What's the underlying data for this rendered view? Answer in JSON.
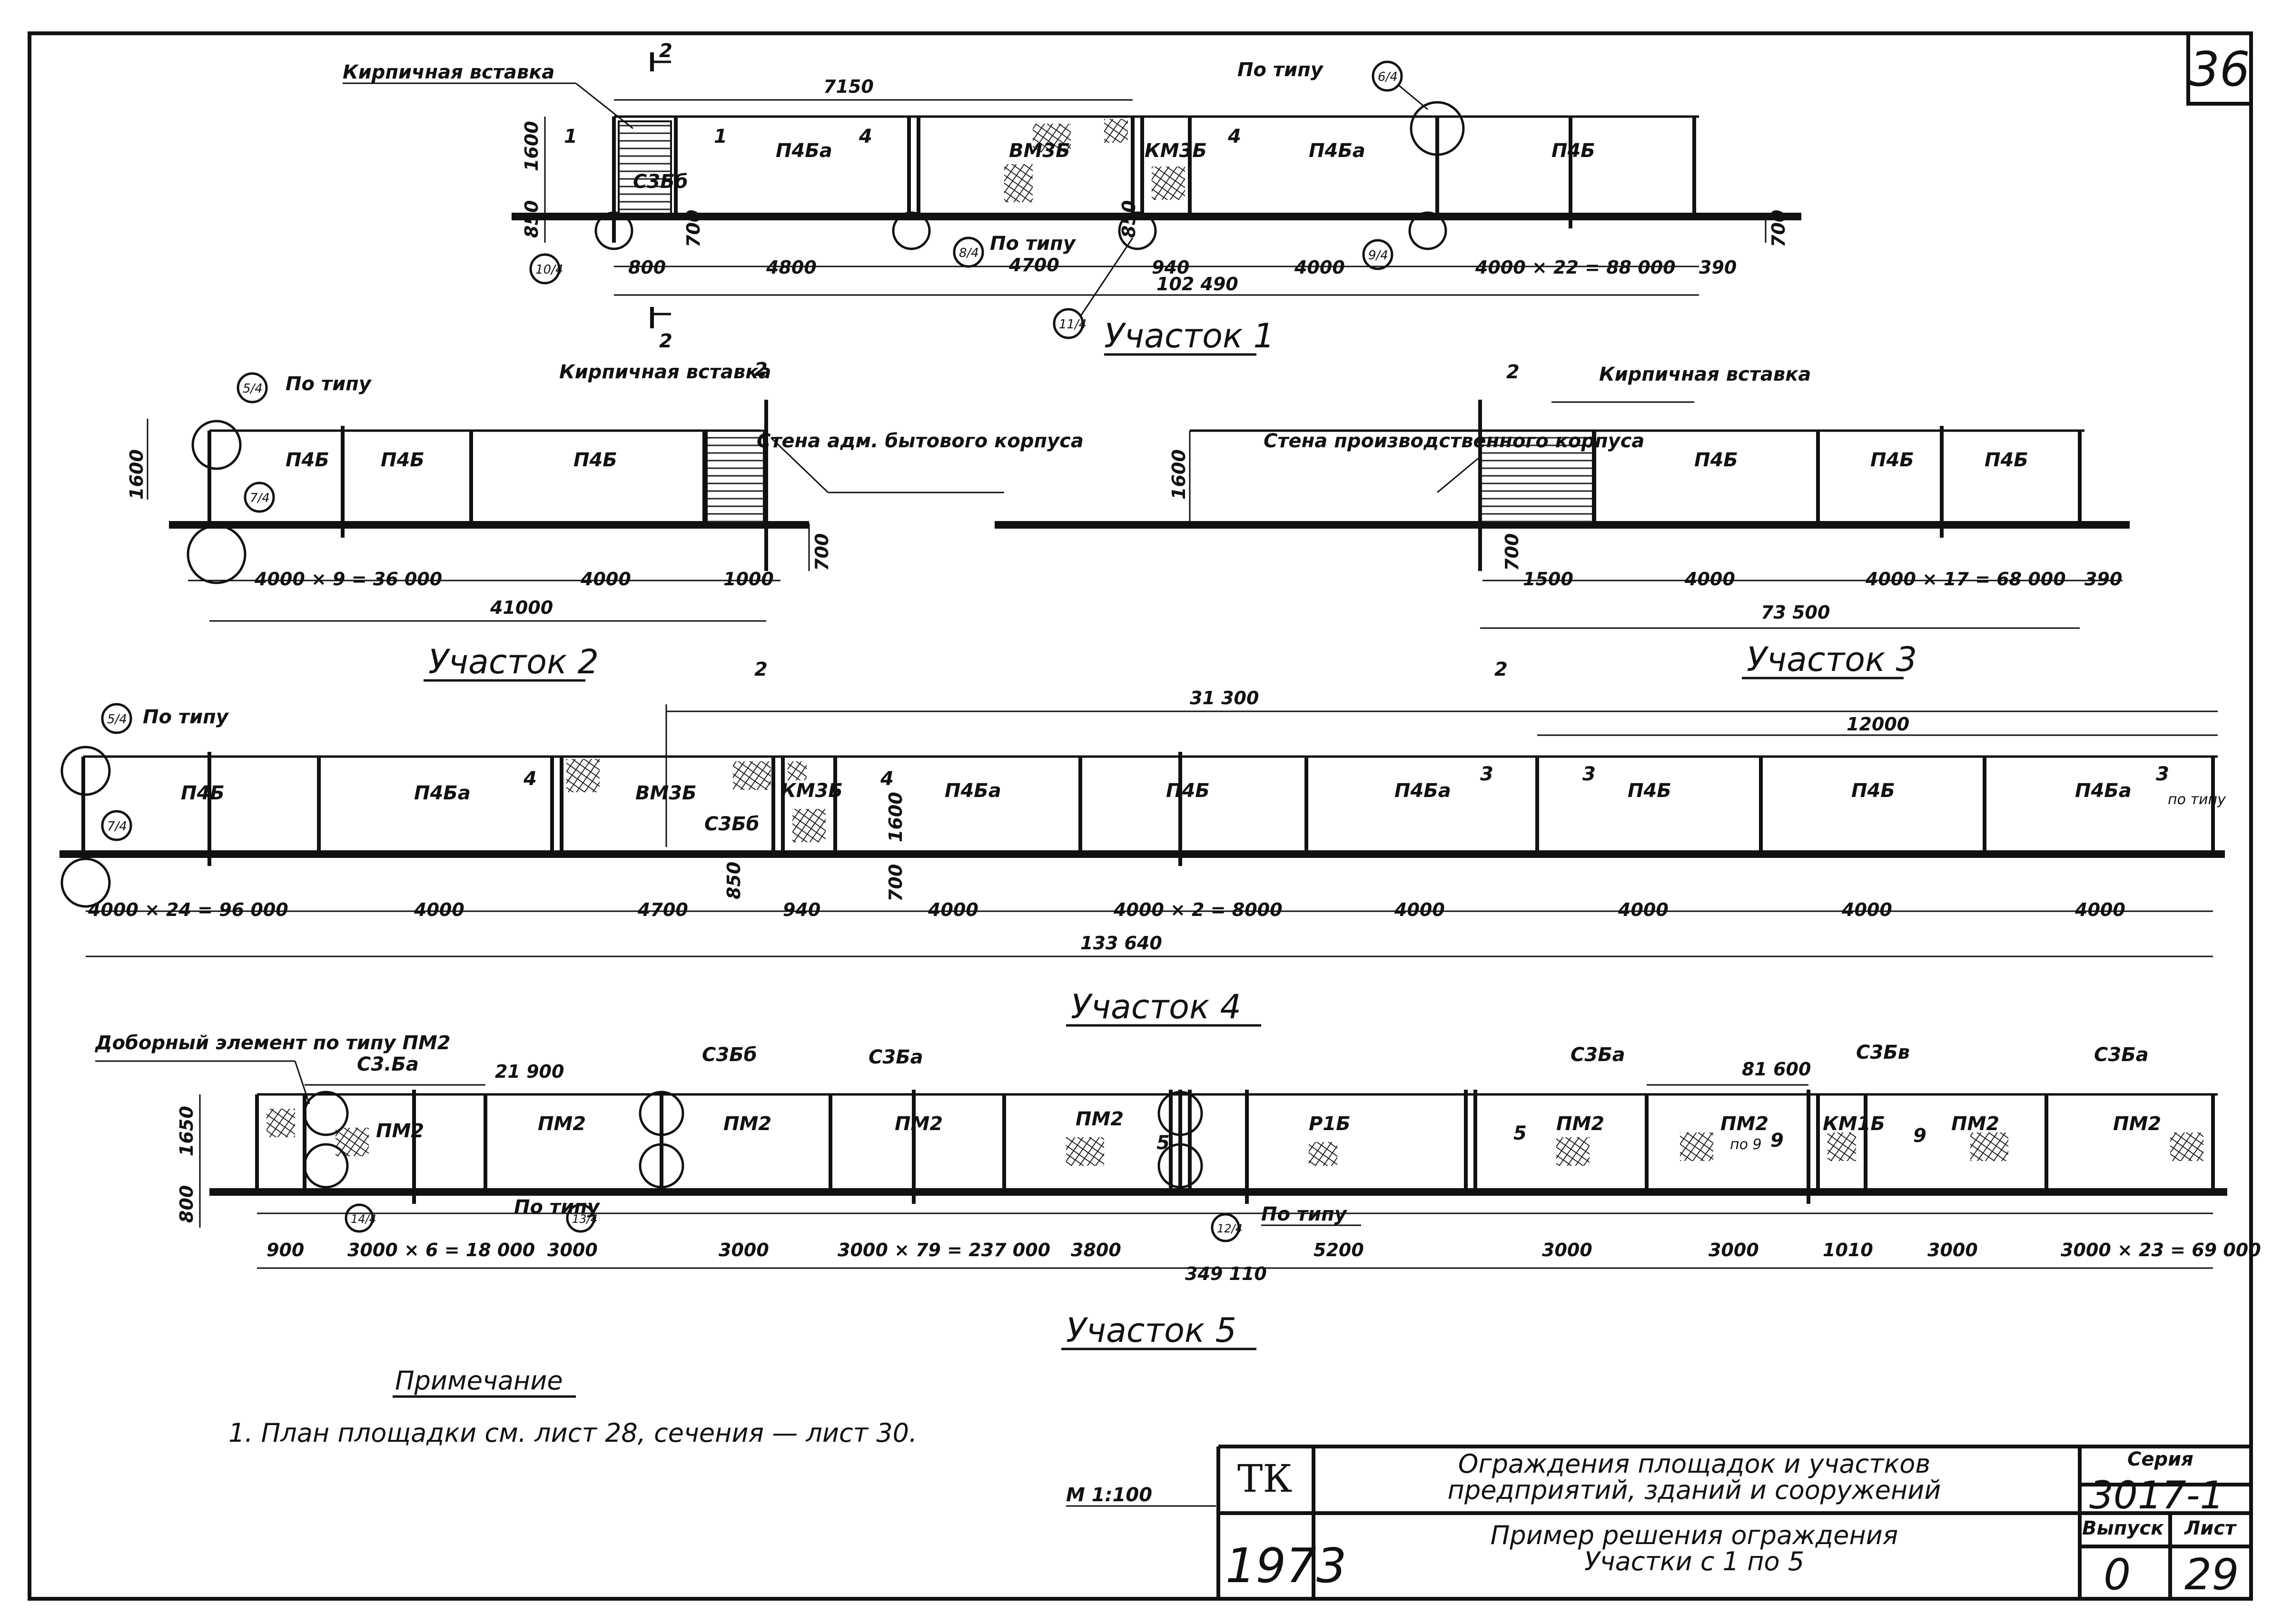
{
  "sheet": {
    "sheet_number": "36",
    "scale": "М 1:100",
    "org_code": "ТК",
    "year": "1973",
    "title_line1": "Ограждения площадок и участков",
    "title_line2": "предприятий, зданий и сооружений",
    "subtitle_line1": "Пример решения ограждения",
    "subtitle_line2": "Участки с 1 по 5",
    "series_label": "Серия",
    "series_value": "3017-1",
    "issue_label": "Выпуск",
    "issue_value": "0",
    "list_label": "Лист",
    "list_value": "29"
  },
  "note": {
    "title": "Примечание",
    "text": "1. План площадки см. лист 28, сечения — лист 30."
  },
  "u1": {
    "title": "Участок 1",
    "brick": "Кирпичная вставка",
    "po_tipu": "По типу",
    "dims": [
      "7150",
      "1600",
      "850",
      "700",
      "800",
      "4800",
      "4700",
      "940",
      "4000",
      "4000 × 22 = 88 000",
      "390",
      "102 490",
      "850",
      "700"
    ],
    "panels": [
      "П4Ба",
      "ВМ3Б",
      "КМ3Б",
      "П4Ба",
      "П4Б",
      "С3Бб"
    ],
    "sec": [
      "1",
      "1",
      "4",
      "4",
      "2",
      "2"
    ],
    "refs": [
      "6/4",
      "10/4",
      "8/4",
      "9/4",
      "11/4"
    ]
  },
  "u2": {
    "title": "Участок 2",
    "po_tipu": "По типу",
    "brick": "Кирпичная вставка",
    "wall": "Стена адм. бытового корпуса",
    "panels": [
      "П4Б",
      "П4Б",
      "П4Б"
    ],
    "dims": [
      "1600",
      "700",
      "4000 × 9 = 36 000",
      "4000",
      "1000",
      "41000"
    ],
    "sec": [
      "2",
      "2"
    ],
    "refs": [
      "5/4",
      "7/4"
    ]
  },
  "u3": {
    "title": "Участок 3",
    "brick": "Кирпичная вставка",
    "wall": "Стена производственного корпуса",
    "panels": [
      "П4Б",
      "П4Б",
      "П4Б"
    ],
    "dims": [
      "1600",
      "700",
      "1500",
      "4000",
      "4000 × 17 = 68 000",
      "390",
      "73 500"
    ],
    "sec": [
      "2",
      "2"
    ]
  },
  "u4": {
    "title": "Участок 4",
    "po_tipu": "По типу",
    "panels": [
      "П4Б",
      "П4Ба",
      "ВМ3Б",
      "КМ3Б",
      "П4Ба",
      "П4Б",
      "П4Ба",
      "П4Б",
      "П4Б",
      "П4Ба",
      "С3Бб"
    ],
    "dims": [
      "31 300",
      "12000",
      "1600",
      "850",
      "700",
      "4000 × 24 = 96 000",
      "4000",
      "4700",
      "940",
      "4000",
      "4000 × 2 = 8000",
      "4000",
      "4000",
      "4000",
      "4000",
      "133 640"
    ],
    "sec": [
      "4",
      "4",
      "3",
      "3",
      "3"
    ],
    "po_tipu_small": "по типу",
    "refs": [
      "5/4",
      "7/4"
    ]
  },
  "u5": {
    "title": "Участок 5",
    "extra": "Доборный элемент по типу ПМ2",
    "po_tipu": "По типу",
    "labels": [
      "С3.Ба",
      "С3Бб",
      "С3Ба",
      "С3Ба",
      "С3Бв",
      "С3Ба"
    ],
    "panels": [
      "ПМ2",
      "ПМ2",
      "ПМ2",
      "ПМ2",
      "ПМ2",
      "Р1Б",
      "ПМ2",
      "ПМ2",
      "КМ1Б",
      "ПМ2",
      "ПМ2"
    ],
    "dims": [
      "21 900",
      "81 600",
      "1650",
      "800",
      "900",
      "3000 × 6 = 18 000",
      "3000",
      "3000",
      "3000 × 79 = 237 000",
      "3800",
      "5200",
      "3000",
      "3000",
      "1010",
      "3000",
      "3000 × 23 = 69 000",
      "349 110"
    ],
    "sec": [
      "5",
      "5",
      "9",
      "9"
    ],
    "po9": "по 9",
    "refs": [
      "14/4",
      "13/4",
      "12/4"
    ]
  }
}
